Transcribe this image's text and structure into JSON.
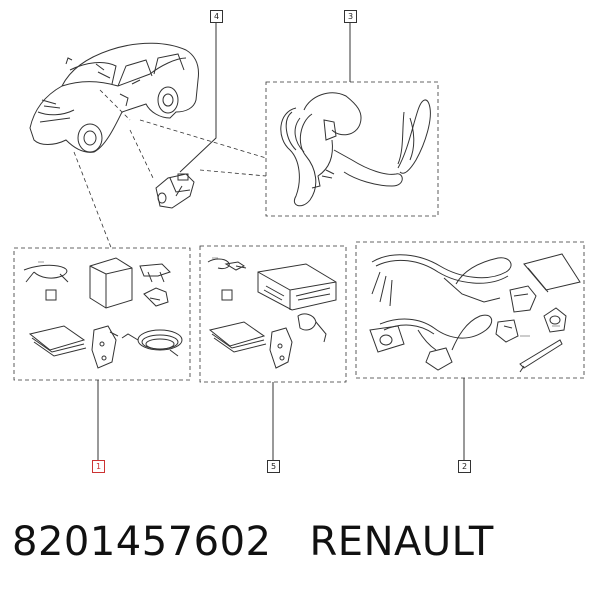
{
  "callouts": {
    "c1": "1",
    "c2": "2",
    "c3": "3",
    "c4": "4",
    "c5": "5"
  },
  "caption": {
    "part_number": "8201457602",
    "brand": "RENAULT"
  },
  "colors": {
    "line": "#333333",
    "accent_callout": "#cc3333"
  }
}
